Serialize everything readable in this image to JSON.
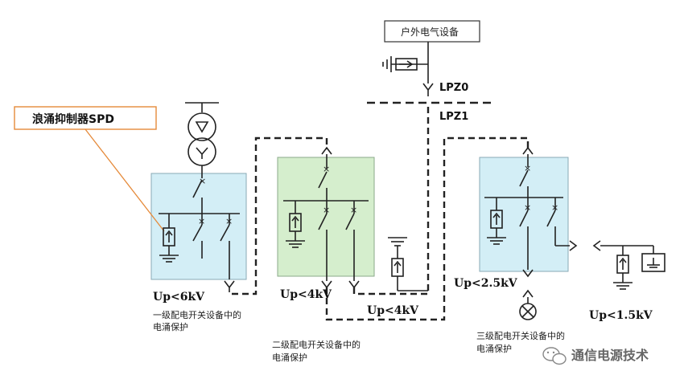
{
  "labels": {
    "spd_label": "浪涌抑制器SPD",
    "outdoor_equipment": "户外电气设备",
    "lpz0": "LPZ0",
    "lpz1": "LPZ1",
    "up1": "Up<6kV",
    "up2": "Up<4kV",
    "up3": "Up<4kV",
    "up4": "Up<2.5kV",
    "up5": "Up<1.5kV",
    "desc1_line1": "一级配电开关设备中的",
    "desc1_line2": "电涌保护",
    "desc2_line1": "二级配电开关设备中的",
    "desc2_line2": "电涌保护",
    "desc3_line1": "三级配电开关设备中的",
    "desc3_line2": "电涌保护",
    "watermark": "通信电源技术"
  },
  "colors": {
    "panel_blue": "#d3eef6",
    "panel_green": "#d5eecd",
    "callout_orange": "#e58a3a",
    "line": "#222222"
  },
  "icons": {
    "transformer": "transformer-icon",
    "ground": "ground-icon",
    "spd": "spd-arrester-icon",
    "lamp": "lamp-icon",
    "socket": "socket-icon",
    "wechat": "wechat-icon"
  }
}
